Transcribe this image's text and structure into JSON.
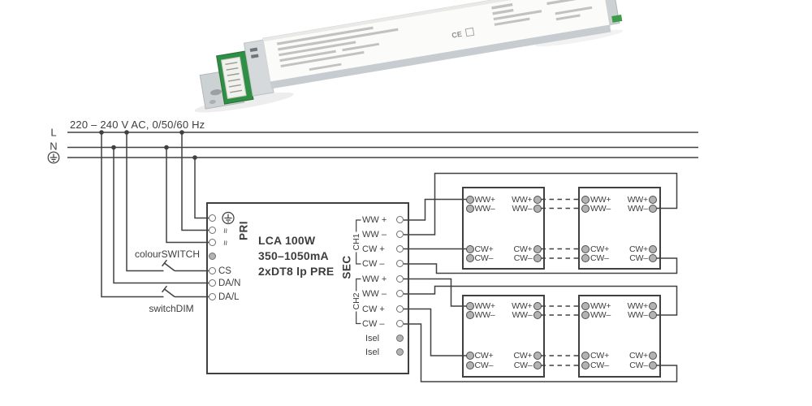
{
  "device": {
    "ce_mark": "CE"
  },
  "supply": {
    "label": "220 – 240 V AC, 0/50/60 Hz",
    "l": "L",
    "n": "N"
  },
  "switches": {
    "colour_switch": "colourSWITCH",
    "switch_dim": "switchDIM"
  },
  "driver": {
    "pri": "PRI",
    "sec": "SEC",
    "model_lines": [
      "LCA 100W",
      "350–1050mA",
      "2xDT8 lp PRE"
    ],
    "ac_symbol": "≈",
    "control_terminals": [
      "CS",
      "DA/N",
      "DA/L"
    ],
    "channels": [
      {
        "name": "CH1",
        "terminals": [
          "WW +",
          "WW –",
          "CW +",
          "CW –"
        ]
      },
      {
        "name": "CH2",
        "terminals": [
          "WW +",
          "WW –",
          "CW +",
          "CW –"
        ]
      }
    ],
    "isel": [
      "Isel",
      "Isel"
    ]
  },
  "modules": {
    "labels": [
      "WW+",
      "WW–",
      "CW+",
      "CW–"
    ]
  },
  "colors": {
    "wire": "#404040",
    "text": "#3d3d3d",
    "terminal_fill": "#b3b3b3",
    "pcb_green": "#2f8f44"
  }
}
